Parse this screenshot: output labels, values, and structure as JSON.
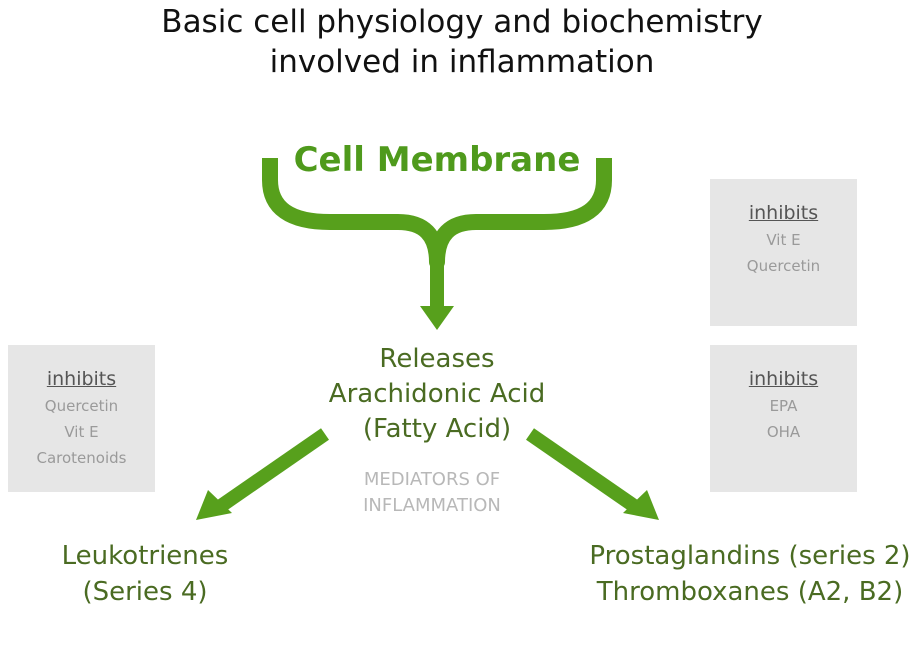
{
  "title": {
    "line1": "Basic cell physiology and biochemistry",
    "line2": "involved in inflammation"
  },
  "membrane_label": "Cell Membrane",
  "release": {
    "line1": "Releases",
    "line2": "Arachidonic Acid",
    "line3": "(Fatty Acid)"
  },
  "mediators": {
    "line1": "MEDIATORS OF",
    "line2": "INFLAMMATION"
  },
  "left_product": {
    "line1": "Leukotrienes",
    "line2": "(Series 4)"
  },
  "right_product": {
    "line1": "Prostaglandins (series 2)",
    "line2": "Thromboxanes (A2, B2)"
  },
  "inhibitor_boxes": {
    "left": {
      "header": "inhibits",
      "items": [
        "Quercetin",
        "Vit E",
        "Carotenoids"
      ]
    },
    "right_top": {
      "header": "inhibits",
      "items": [
        "Vit E",
        "Quercetin"
      ]
    },
    "right_bottom": {
      "header": "inhibits",
      "items": [
        "EPA",
        "OHA"
      ]
    }
  },
  "colors": {
    "arrow_green": "#57a01c",
    "heading_green": "#4f9a1c",
    "text_green": "#4a6b22",
    "box_gray": "#e6e6e6",
    "muted_text": "#b8b8b8"
  }
}
